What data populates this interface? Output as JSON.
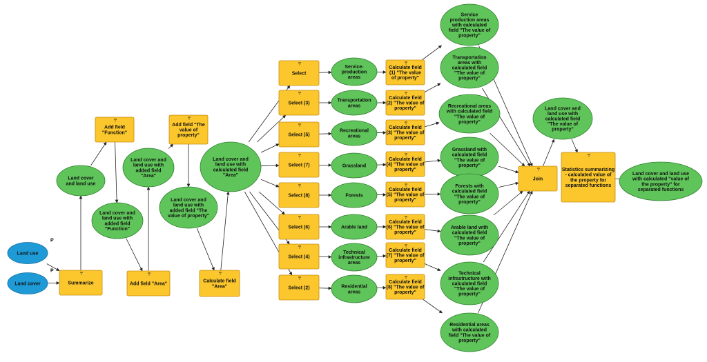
{
  "colors": {
    "input": "#1e9bd7",
    "input_stroke": "#1a6fa0",
    "tool": "#fcc72c",
    "tool_stroke": "#c48a10",
    "data": "#5fc45a",
    "data_stroke": "#2f7f2f",
    "edge": "#222222"
  },
  "param_marker": "P",
  "nodes": [
    {
      "id": "land_use",
      "kind": "input",
      "label": [
        "Land use"
      ],
      "param": true
    },
    {
      "id": "land_cover",
      "kind": "input",
      "label": [
        "Land cover"
      ],
      "param": true
    },
    {
      "id": "summarize",
      "kind": "tool",
      "label": [
        "Summarize"
      ]
    },
    {
      "id": "lcu",
      "kind": "data",
      "label": [
        "Land cover",
        "and land use"
      ]
    },
    {
      "id": "add_function",
      "kind": "tool",
      "label": [
        "Add field",
        "\"Function\""
      ]
    },
    {
      "id": "lcu_function",
      "kind": "data",
      "label": [
        "Land cover and",
        "land use with",
        "added field",
        "\"Function\""
      ]
    },
    {
      "id": "add_area",
      "kind": "tool",
      "label": [
        "Add field \"Area\""
      ]
    },
    {
      "id": "lcu_area",
      "kind": "data",
      "label": [
        "Land cover and",
        "land use with",
        "added field",
        "\"Area\""
      ]
    },
    {
      "id": "add_value",
      "kind": "tool",
      "label": [
        "Add field \"The",
        "value of",
        "property\""
      ]
    },
    {
      "id": "lcu_value",
      "kind": "data",
      "label": [
        "Land cover and",
        "land use with",
        "added field \"The",
        "value of property\""
      ]
    },
    {
      "id": "calc_area",
      "kind": "tool",
      "label": [
        "Calculate field",
        "\"Area\""
      ]
    },
    {
      "id": "lcu_calc_area",
      "kind": "data",
      "label": [
        "Land cover and",
        "land use with",
        "calculated field",
        "\"Area\""
      ]
    },
    {
      "id": "sel_1",
      "kind": "tool",
      "label": [
        "Select"
      ]
    },
    {
      "id": "sel_3",
      "kind": "tool",
      "label": [
        "Select (3)"
      ]
    },
    {
      "id": "sel_5",
      "kind": "tool",
      "label": [
        "Select (5)"
      ]
    },
    {
      "id": "sel_7",
      "kind": "tool",
      "label": [
        "Select (7)"
      ]
    },
    {
      "id": "sel_8",
      "kind": "tool",
      "label": [
        "Select (8)"
      ]
    },
    {
      "id": "sel_6",
      "kind": "tool",
      "label": [
        "Select (6)"
      ]
    },
    {
      "id": "sel_4",
      "kind": "tool",
      "label": [
        "Select (4)"
      ]
    },
    {
      "id": "sel_2",
      "kind": "tool",
      "label": [
        "Select (2)"
      ]
    },
    {
      "id": "a_service",
      "kind": "data",
      "label": [
        "Service-",
        "production",
        "areas"
      ]
    },
    {
      "id": "a_transport",
      "kind": "data",
      "label": [
        "Transportation",
        "areas"
      ]
    },
    {
      "id": "a_recreation",
      "kind": "data",
      "label": [
        "Recreational",
        "areas"
      ]
    },
    {
      "id": "a_grass",
      "kind": "data",
      "label": [
        "Grassland"
      ]
    },
    {
      "id": "a_forest",
      "kind": "data",
      "label": [
        "Forests"
      ]
    },
    {
      "id": "a_arable",
      "kind": "data",
      "label": [
        "Arable land"
      ]
    },
    {
      "id": "a_tech",
      "kind": "data",
      "label": [
        "Technical",
        "infrastructure",
        "areas"
      ]
    },
    {
      "id": "a_resid",
      "kind": "data",
      "label": [
        "Residential",
        "areas"
      ]
    },
    {
      "id": "c1",
      "kind": "tool",
      "label": [
        "Calculate field",
        "(1) \"The value",
        "of property\""
      ]
    },
    {
      "id": "c2",
      "kind": "tool",
      "label": [
        "Calculate field",
        "(2) \"The value of",
        "property\""
      ]
    },
    {
      "id": "c3",
      "kind": "tool",
      "label": [
        "Calculate field",
        "(3) \"The value of",
        "property\""
      ]
    },
    {
      "id": "c4",
      "kind": "tool",
      "label": [
        "Calculate field",
        "(4) \"The value of",
        "property\""
      ]
    },
    {
      "id": "c5",
      "kind": "tool",
      "label": [
        "Calculate field",
        "(5) \"The value of",
        "property\""
      ]
    },
    {
      "id": "c6",
      "kind": "tool",
      "label": [
        "Calculate field",
        "(6) \"The value of",
        "property\""
      ]
    },
    {
      "id": "c7",
      "kind": "tool",
      "label": [
        "Calculate field",
        "(7) \"The value of",
        "property\""
      ]
    },
    {
      "id": "c8",
      "kind": "tool",
      "label": [
        "Calculate field",
        "(8) \"The value of",
        "property\""
      ]
    },
    {
      "id": "r_service",
      "kind": "data",
      "label": [
        "Service",
        "production areas",
        "with calculated",
        "field \"The value of",
        "property\""
      ]
    },
    {
      "id": "r_transport",
      "kind": "data",
      "label": [
        "Transportation",
        "areas with",
        "calculated field",
        "\"The value of",
        "property\""
      ]
    },
    {
      "id": "r_recreation",
      "kind": "data",
      "label": [
        "Recreational areas",
        "with calculated field",
        "\"The value of",
        "property\""
      ]
    },
    {
      "id": "r_grass",
      "kind": "data",
      "label": [
        "Grassland with",
        "calculated field",
        "\"The value of",
        "property\""
      ]
    },
    {
      "id": "r_forest",
      "kind": "data",
      "label": [
        "Forests with",
        "calculated field",
        "\"The value of",
        "property\""
      ]
    },
    {
      "id": "r_arable",
      "kind": "data",
      "label": [
        "Arable land with",
        "calculated field",
        "\"The value of",
        "property\""
      ]
    },
    {
      "id": "r_tech",
      "kind": "data",
      "label": [
        "Technical",
        "infrastructure with",
        "calculated field",
        "\"The value of",
        "property\""
      ]
    },
    {
      "id": "r_resid",
      "kind": "data",
      "label": [
        "Residential areas",
        "with calculated",
        "field \"The value of",
        "property\""
      ]
    },
    {
      "id": "join",
      "kind": "tool",
      "label": [
        "Join"
      ]
    },
    {
      "id": "lcu_joined",
      "kind": "data",
      "label": [
        "Land cover and",
        "land use with",
        "calculated field",
        "\"The value of",
        "property\""
      ]
    },
    {
      "id": "stats",
      "kind": "tool",
      "label": [
        "Statistics summarizing",
        "- calculated value of",
        "the property for",
        "separated functions"
      ]
    },
    {
      "id": "final",
      "kind": "data",
      "label": [
        "Land cover and land use",
        "with calculated \"value of",
        "the property\" for",
        "separated functions"
      ]
    }
  ],
  "edges": [
    [
      "land_use",
      "summarize"
    ],
    [
      "land_cover",
      "summarize"
    ],
    [
      "summarize",
      "lcu"
    ],
    [
      "lcu",
      "add_function"
    ],
    [
      "add_function",
      "lcu_function"
    ],
    [
      "lcu_function",
      "add_area"
    ],
    [
      "add_area",
      "lcu_area"
    ],
    [
      "lcu_area",
      "add_value"
    ],
    [
      "add_value",
      "lcu_value"
    ],
    [
      "lcu_value",
      "calc_area"
    ],
    [
      "calc_area",
      "lcu_calc_area"
    ],
    [
      "lcu_calc_area",
      "sel_1"
    ],
    [
      "lcu_calc_area",
      "sel_3"
    ],
    [
      "lcu_calc_area",
      "sel_5"
    ],
    [
      "lcu_calc_area",
      "sel_7"
    ],
    [
      "lcu_calc_area",
      "sel_8"
    ],
    [
      "lcu_calc_area",
      "sel_6"
    ],
    [
      "lcu_calc_area",
      "sel_4"
    ],
    [
      "lcu_calc_area",
      "sel_2"
    ],
    [
      "sel_1",
      "a_service"
    ],
    [
      "sel_3",
      "a_transport"
    ],
    [
      "sel_5",
      "a_recreation"
    ],
    [
      "sel_7",
      "a_grass"
    ],
    [
      "sel_8",
      "a_forest"
    ],
    [
      "sel_6",
      "a_arable"
    ],
    [
      "sel_4",
      "a_tech"
    ],
    [
      "sel_2",
      "a_resid"
    ],
    [
      "a_service",
      "c1"
    ],
    [
      "a_transport",
      "c2"
    ],
    [
      "a_recreation",
      "c3"
    ],
    [
      "a_grass",
      "c4"
    ],
    [
      "a_forest",
      "c5"
    ],
    [
      "a_arable",
      "c6"
    ],
    [
      "a_tech",
      "c7"
    ],
    [
      "a_resid",
      "c8"
    ],
    [
      "c1",
      "r_service"
    ],
    [
      "c2",
      "r_transport"
    ],
    [
      "c3",
      "r_recreation"
    ],
    [
      "c4",
      "r_grass"
    ],
    [
      "c5",
      "r_forest"
    ],
    [
      "c6",
      "r_arable"
    ],
    [
      "c7",
      "r_tech"
    ],
    [
      "c8",
      "r_resid"
    ],
    [
      "r_service",
      "join"
    ],
    [
      "r_transport",
      "join"
    ],
    [
      "r_recreation",
      "join"
    ],
    [
      "r_grass",
      "join"
    ],
    [
      "r_forest",
      "join"
    ],
    [
      "r_arable",
      "join"
    ],
    [
      "r_tech",
      "join"
    ],
    [
      "r_resid",
      "join"
    ],
    [
      "join",
      "lcu_joined"
    ],
    [
      "lcu_joined",
      "stats"
    ],
    [
      "stats",
      "final"
    ]
  ]
}
